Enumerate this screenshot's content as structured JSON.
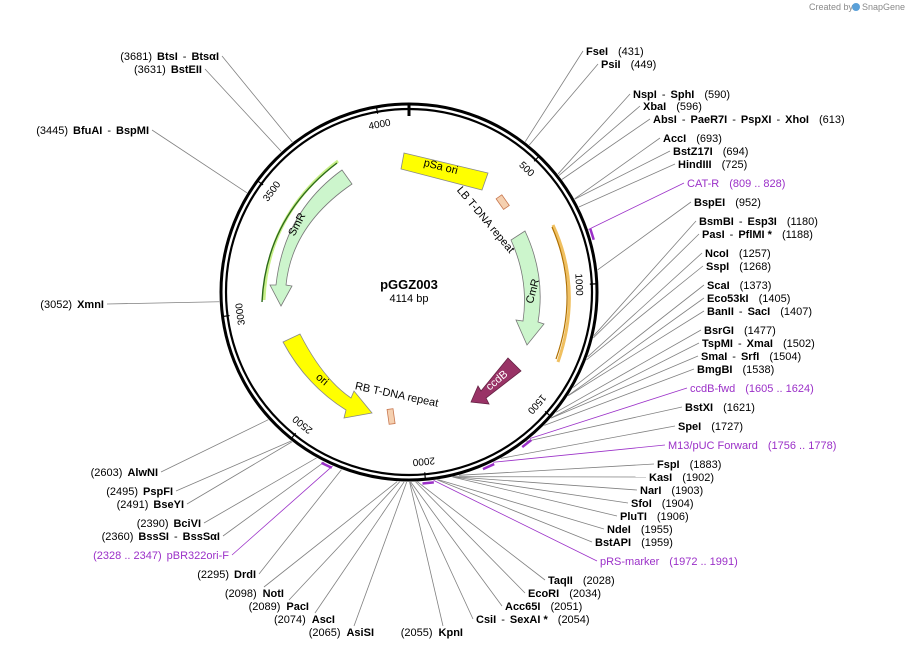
{
  "credit": {
    "text": "Created by",
    "brand": "SnapGene"
  },
  "plasmid": {
    "name": "pGGZ003",
    "size_label": "4114 bp",
    "length": 4114
  },
  "ticks": [
    "500",
    "1000",
    "1500",
    "2000",
    "2500",
    "3000",
    "3500",
    "4000"
  ],
  "features": [
    {
      "name": "pSa ori",
      "color": "#ffff00"
    },
    {
      "name": "LB T-DNA repeat",
      "color": "#f5d0b0"
    },
    {
      "name": "CmR",
      "color": "#ccf5cc"
    },
    {
      "name": "ccdB",
      "color": "#993366"
    },
    {
      "name": "RB T-DNA repeat",
      "color": "#f5d0b0"
    },
    {
      "name": "ori",
      "color": "#ffff00"
    },
    {
      "name": "SmR",
      "color": "#ccf5cc"
    }
  ],
  "right_labels": [
    {
      "parts": [
        "FseI",
        "(431)"
      ]
    },
    {
      "parts": [
        "PsiI",
        "(449)"
      ]
    },
    {
      "parts": [
        "NspI",
        "-",
        "SphI",
        "(590)"
      ]
    },
    {
      "parts": [
        "XbaI",
        "(596)"
      ]
    },
    {
      "parts": [
        "AbsI",
        "-",
        "PaeR7I",
        "-",
        "PspXI",
        "-",
        "XhoI",
        "(613)"
      ]
    },
    {
      "parts": [
        "AccI",
        "(693)"
      ]
    },
    {
      "parts": [
        "BstZ17I",
        "(694)"
      ]
    },
    {
      "parts": [
        "HindIII",
        "(725)"
      ]
    },
    {
      "parts": [
        "CAT-R",
        "(809 .. 828)"
      ],
      "primer": true
    },
    {
      "parts": [
        "BspEI",
        "(952)"
      ]
    },
    {
      "parts": [
        "BsmBI",
        "-",
        "Esp3I",
        "(1180)"
      ]
    },
    {
      "parts": [
        "PasI",
        "-",
        "PflMI *",
        "(1188)"
      ]
    },
    {
      "parts": [
        "NcoI",
        "(1257)"
      ]
    },
    {
      "parts": [
        "SspI",
        "(1268)"
      ]
    },
    {
      "parts": [
        "ScaI",
        "(1373)"
      ]
    },
    {
      "parts": [
        "Eco53kI",
        "(1405)"
      ]
    },
    {
      "parts": [
        "BanII",
        "-",
        "SacI",
        "(1407)"
      ]
    },
    {
      "parts": [
        "BsrGI",
        "(1477)"
      ]
    },
    {
      "parts": [
        "TspMI",
        "-",
        "XmaI",
        "(1502)"
      ]
    },
    {
      "parts": [
        "SmaI",
        "-",
        "SrfI",
        "(1504)"
      ]
    },
    {
      "parts": [
        "BmgBI",
        "(1538)"
      ]
    },
    {
      "parts": [
        "ccdB-fwd",
        "(1605 .. 1624)"
      ],
      "primer": true
    },
    {
      "parts": [
        "BstXI",
        "(1621)"
      ]
    },
    {
      "parts": [
        "SpeI",
        "(1727)"
      ]
    },
    {
      "parts": [
        "M13/pUC Forward",
        "(1756 .. 1778)"
      ],
      "primer": true
    },
    {
      "parts": [
        "FspI",
        "(1883)"
      ]
    },
    {
      "parts": [
        "KasI",
        "(1902)"
      ]
    },
    {
      "parts": [
        "NarI",
        "(1903)"
      ]
    },
    {
      "parts": [
        "SfoI",
        "(1904)"
      ]
    },
    {
      "parts": [
        "PluTI",
        "(1906)"
      ]
    },
    {
      "parts": [
        "NdeI",
        "(1955)"
      ]
    },
    {
      "parts": [
        "BstAPI",
        "(1959)"
      ]
    },
    {
      "parts": [
        "pRS-marker",
        "(1972 .. 1991)"
      ],
      "primer": true
    },
    {
      "parts": [
        "TaqII",
        "(2028)"
      ]
    },
    {
      "parts": [
        "EcoRI",
        "(2034)"
      ]
    },
    {
      "parts": [
        "Acc65I",
        "(2051)"
      ]
    },
    {
      "parts": [
        "CsiI",
        "-",
        "SexAI *",
        "(2054)"
      ]
    }
  ],
  "bottom_labels": [
    {
      "parts": [
        "(2055)",
        "KpnI"
      ]
    },
    {
      "parts": [
        "(2065)",
        "AsiSI"
      ]
    },
    {
      "parts": [
        "(2074)",
        "AscI"
      ]
    },
    {
      "parts": [
        "(2089)",
        "PacI"
      ]
    },
    {
      "parts": [
        "(2098)",
        "NotI"
      ]
    }
  ],
  "left_labels": [
    {
      "parts": [
        "(3681)",
        "BtsI",
        "-",
        "BtsαI"
      ]
    },
    {
      "parts": [
        "(3631)",
        "BstEII"
      ]
    },
    {
      "parts": [
        "(3445)",
        "BfuAI",
        "-",
        "BspMI"
      ]
    },
    {
      "parts": [
        "(3052)",
        "XmnI"
      ]
    },
    {
      "parts": [
        "(2603)",
        "AlwNI"
      ]
    },
    {
      "parts": [
        "(2495)",
        "PspFI"
      ]
    },
    {
      "parts": [
        "(2491)",
        "BseYI"
      ]
    },
    {
      "parts": [
        "(2390)",
        "BciVI"
      ]
    },
    {
      "parts": [
        "(2360)",
        "BssSI",
        "-",
        "BssSαI"
      ]
    },
    {
      "parts": [
        "(2328 .. 2347)",
        "pBR322ori-F"
      ],
      "primer": true
    },
    {
      "parts": [
        "(2295)",
        "DrdI"
      ]
    }
  ]
}
